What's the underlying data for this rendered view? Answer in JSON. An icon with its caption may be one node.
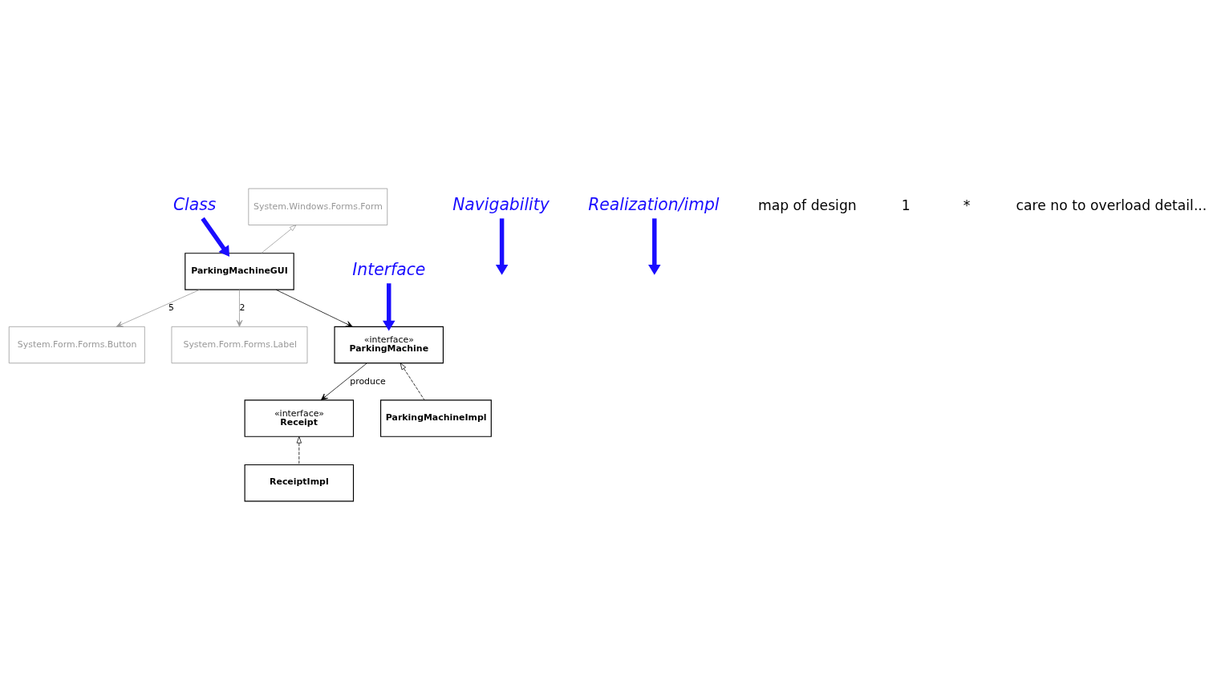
{
  "diagram": {
    "nodes": [
      {
        "text": [
          "Class"
        ]
      },
      {
        "text": [
          "System.Windows.Forms.Form"
        ]
      },
      {
        "text": [
          "Navigability"
        ]
      },
      {
        "text": [
          "Interface"
        ]
      },
      {
        "text": [
          "System.Form.Forms.Button"
        ]
      },
      {
        "text": [
          "ParkingMachineGUI"
        ]
      },
      {
        "text": [
          "System.Form.Forms.Label"
        ]
      },
      {
        "text": [
          "«interface»",
          "Receipt"
        ]
      },
      {
        "text": [
          "«interface»",
          "ParkingMachine"
        ]
      },
      {
        "text": [
          "ReceiptImpl"
        ]
      },
      {
        "text": [
          "ParkingMachineImpl"
        ]
      },
      {
        "text": [
          "Realization/impl"
        ]
      }
    ],
    "edges": [
      {
        "from": 5,
        "to": 1,
        "arrow": "to",
        "color": "#999999"
      },
      {
        "from": 5,
        "to": 4,
        "arrow": "to",
        "label": "5",
        "color": "#999999"
      },
      {
        "from": 5,
        "to": 6,
        "arrow": "to",
        "label": "2",
        "color": "#999999"
      },
      {
        "from": 5,
        "to": 8,
        "arrow": "to"
      },
      {
        "from": 8,
        "to": 7,
        "arrow": "to",
        "label": "produce"
      },
      {
        "from": 9,
        "to": 7,
        "arrow": "to",
        "style": "dashed"
      },
      {
        "from": 10,
        "to": 8,
        "arrow": "to",
        "style": "dashed"
      },
      {
        "from": 0,
        "to": 5,
        "arrow": "to",
        "style": "thick",
        "color": "#1a0dff"
      },
      {
        "from": 2,
        "to": null,
        "arrow": "to",
        "style": "thick",
        "color": "#1a0dff"
      },
      {
        "from": 3,
        "to": 8,
        "arrow": "to",
        "style": "thick",
        "color": "#1a0dff"
      },
      {
        "from": 11,
        "to": null,
        "arrow": "to",
        "style": "thick",
        "color": "#1a0dff"
      }
    ],
    "labels": [
      "map of design",
      "1",
      "*",
      "care no to overload detail..."
    ]
  }
}
